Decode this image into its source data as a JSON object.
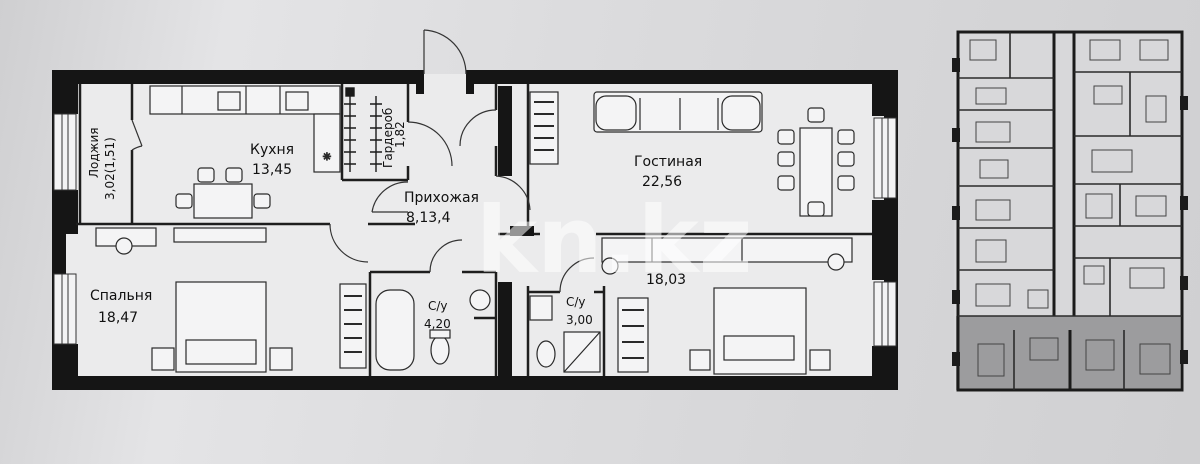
{
  "plan": {
    "rooms": {
      "loggia": {
        "name": "Лоджия",
        "area": "3,02(1,51)"
      },
      "kitchen": {
        "name": "Кухня",
        "area": "13,45"
      },
      "wardrobe": {
        "name": "Гардероб",
        "area": "1,82"
      },
      "hallway": {
        "name": "Прихожая",
        "area": "8,13,4"
      },
      "living": {
        "name": "Гостиная",
        "area": "22,56"
      },
      "bedroom_left": {
        "name": "Спальня",
        "area": "18,47"
      },
      "bathroom_1": {
        "name": "С/у",
        "area": "4,20"
      },
      "bathroom_2": {
        "name": "С/у",
        "area": "3,00"
      },
      "bedroom_right": {
        "area": "18,03"
      }
    }
  },
  "watermark": "kn.kz",
  "colors": {
    "wall": "#151515",
    "floor": "#e9e9ea",
    "line": "#2a2a2a",
    "highlight": "#9a9a9c"
  }
}
